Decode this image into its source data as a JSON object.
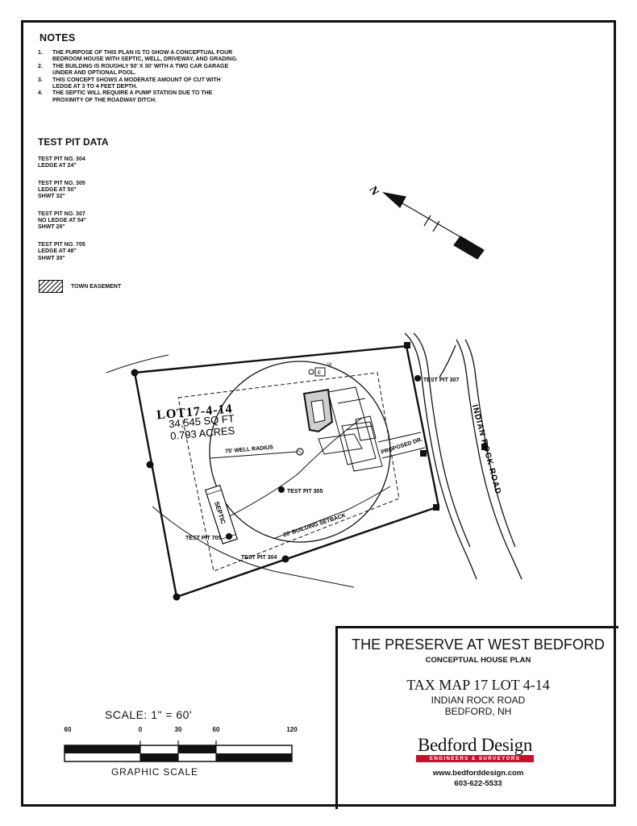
{
  "notes": {
    "title": "NOTES",
    "items": [
      {
        "num": "1.",
        "text": "THE PURPOSE OF THIS PLAN IS TO SHOW A CONCEPTUAL FOUR BEDROOM HOUSE WITH SEPTIC, WELL, DRIVEWAY, AND GRADING."
      },
      {
        "num": "2.",
        "text": "THE BUILDING IS ROUGHLY 50' X 30' WITH A TWO CAR GARAGE UNDER AND OPTIONAL POOL."
      },
      {
        "num": "3.",
        "text": "THIS CONCEPT SHOWS A MODERATE AMOUNT OF CUT WITH LEDGE AT 3 TO 4 FEET DEPTH."
      },
      {
        "num": "4.",
        "text": "THE SEPTIC WILL REQUIRE A PUMP STATION DUE TO THE PROXIMITY OF THE ROADWAY DITCH."
      }
    ]
  },
  "test_pits": {
    "title": "TEST PIT DATA",
    "entries": [
      {
        "lines": [
          "TEST PIT NO. 304",
          "LEDGE AT 24\""
        ]
      },
      {
        "lines": [
          "TEST PIT NO. 305",
          "LEDGE AT 50\"",
          "SHWT 32\""
        ]
      },
      {
        "lines": [
          "TEST PIT NO. 307",
          "NO LEDGE AT 54\"",
          "SHWT 26\""
        ]
      },
      {
        "lines": [
          "TEST PIT NO. 705",
          "LEDGE AT 48\"",
          "SHWT 30\""
        ]
      }
    ]
  },
  "legend": {
    "label": "TOWN EASEMENT"
  },
  "north": {
    "label": "N"
  },
  "plan": {
    "lot_name": "LOT17-4-14",
    "area_sqft": "34,545 SQ FT",
    "area_acres": "0.793 ACRES",
    "well_radius": "75' WELL RADIUS",
    "proposed_drive": "PROPOSED DR.",
    "road_name": "INDIAN ROCK ROAD",
    "setback": "20' BUILDING SETBACK",
    "septic": "SEPTIC",
    "tp307": "TEST PIT 307",
    "tp305": "TEST PIT 305",
    "tp705": "TEST PIT 705",
    "tp304": "TEST PIT 304",
    "well_symbol": "W",
    "pool_symbol": "E"
  },
  "title_block": {
    "project": "THE PRESERVE AT WEST BEDFORD",
    "subtitle": "CONCEPTUAL HOUSE PLAN",
    "tax_map": "TAX MAP 17 LOT 4-14",
    "road": "INDIAN ROCK ROAD",
    "town": "BEDFORD, NH",
    "logo_name": "Bedford Design",
    "logo_tagline": "ENGINEERS & SURVEYORS",
    "website": "www.bedforddesign.com",
    "phone": "603-622-5533"
  },
  "scale": {
    "label": "SCALE:  1\"  =  60'",
    "graphic_label": "GRAPHIC   SCALE",
    "ticks": [
      "60",
      "0",
      "30",
      "60",
      "120"
    ]
  }
}
